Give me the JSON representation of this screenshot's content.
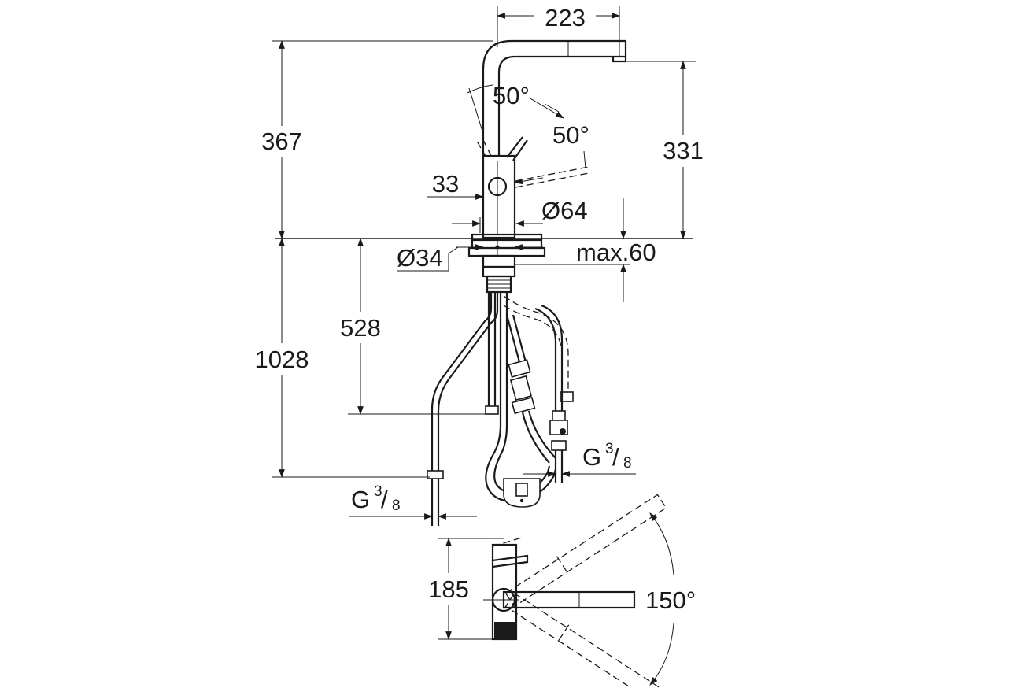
{
  "dimensions": {
    "spout_reach": "223",
    "overall_height": "367",
    "spout_height": "331",
    "lever_angle_left": "50°",
    "lever_angle_right": "50°",
    "body_offset": "33",
    "body_diameter": "Ø64",
    "hole_diameter": "Ø34",
    "max_deck_thickness": "max.60",
    "below_deck_length": "528",
    "total_hose_length": "1028",
    "swivel_depth": "185",
    "swivel_angle": "150°"
  },
  "connections": {
    "left": {
      "prefix": "G",
      "num": "3",
      "den": "8"
    },
    "right": {
      "prefix": "G",
      "num": "3",
      "den": "8"
    }
  },
  "colors": {
    "line": "#1a1a1a",
    "background": "#ffffff"
  }
}
